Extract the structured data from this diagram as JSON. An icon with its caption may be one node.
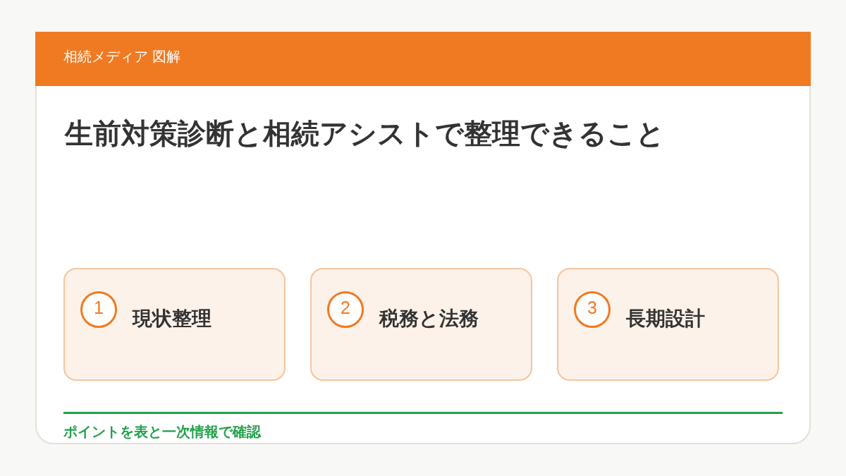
{
  "diagram": {
    "title": "生前対策診断と相続アシストで整理できること",
    "caption": "ポイントを表と一次情報で確認",
    "nodes": [
      {
        "text": [
          "相続メディア 図解"
        ]
      },
      {
        "text": [
          "現状整理"
        ]
      },
      {
        "text": [
          "1"
        ],
        "in": 1
      },
      {
        "text": [
          "税務と法務"
        ]
      },
      {
        "text": [
          "2"
        ],
        "in": 3
      },
      {
        "text": [
          "長期設計"
        ]
      },
      {
        "text": [
          "3"
        ],
        "in": 5
      }
    ]
  }
}
